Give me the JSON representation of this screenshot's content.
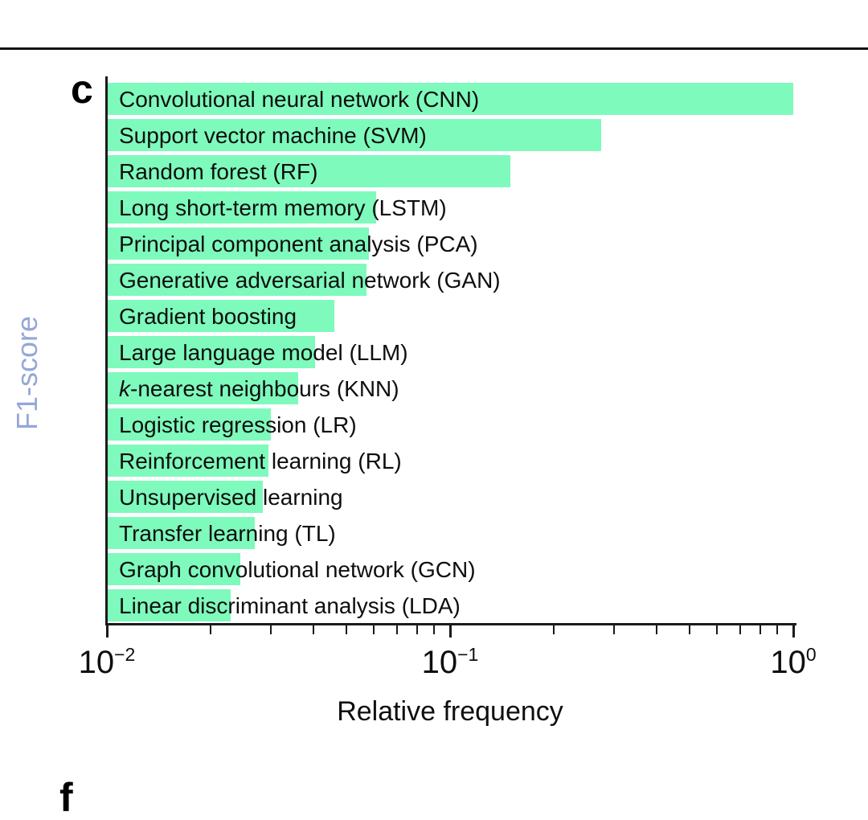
{
  "figure": {
    "panel_label": "c",
    "next_panel_label": "f"
  },
  "chart_data": {
    "type": "bar",
    "orientation": "horizontal",
    "title": "",
    "xlabel": "Relative frequency",
    "ylabel": "F1-score",
    "xscale": "log",
    "xlim": [
      0.01,
      1
    ],
    "grid": false,
    "legend": false,
    "bar_color": "#7efabc",
    "ylabel_color": "#94a7d8",
    "axis_color": "#1a1a1a",
    "categories": [
      "Convolutional neural network (CNN)",
      "Support vector machine (SVM)",
      "Random forest (RF)",
      "Long short-term memory (LSTM)",
      "Principal component analysis (PCA)",
      "Generative adversarial network (GAN)",
      "Gradient boosting",
      "Large language model (LLM)",
      "k-nearest neighbours (KNN)",
      "Logistic regression (LR)",
      "Reinforcement learning (RL)",
      "Unsupervised learning",
      "Transfer learning (TL)",
      "Graph convolutional network (GCN)",
      "Linear discriminant analysis (LDA)"
    ],
    "label_segments": [
      [
        {
          "text": "Convolutional neural network (CNN)",
          "italic": false
        }
      ],
      [
        {
          "text": "Support vector machine (SVM)",
          "italic": false
        }
      ],
      [
        {
          "text": "Random forest (RF)",
          "italic": false
        }
      ],
      [
        {
          "text": "Long short-term memory (LSTM)",
          "italic": false
        }
      ],
      [
        {
          "text": "Principal component analysis (PCA)",
          "italic": false
        }
      ],
      [
        {
          "text": "Generative adversarial network (GAN)",
          "italic": false
        }
      ],
      [
        {
          "text": "Gradient boosting",
          "italic": false
        }
      ],
      [
        {
          "text": "Large language model (LLM)",
          "italic": false
        }
      ],
      [
        {
          "text": "k",
          "italic": true
        },
        {
          "text": "-nearest neighbours (KNN)",
          "italic": false
        }
      ],
      [
        {
          "text": "Logistic regression (LR)",
          "italic": false
        }
      ],
      [
        {
          "text": "Reinforcement learning (RL)",
          "italic": false
        }
      ],
      [
        {
          "text": "Unsupervised learning",
          "italic": false
        }
      ],
      [
        {
          "text": "Transfer learning (TL)",
          "italic": false
        }
      ],
      [
        {
          "text": "Graph convolutional network (GCN)",
          "italic": false
        }
      ],
      [
        {
          "text": "Linear discriminant analysis (LDA)",
          "italic": false
        }
      ]
    ],
    "values": [
      1.0,
      0.275,
      0.15,
      0.061,
      0.058,
      0.057,
      0.046,
      0.0405,
      0.036,
      0.03,
      0.0295,
      0.0285,
      0.027,
      0.0245,
      0.023
    ],
    "x_ticks": {
      "major": [
        {
          "value": 0.01,
          "base": "10",
          "exp": "−2"
        },
        {
          "value": 0.1,
          "base": "10",
          "exp": "−1"
        },
        {
          "value": 1,
          "base": "10",
          "exp": "0"
        }
      ],
      "minor": [
        0.02,
        0.03,
        0.04,
        0.05,
        0.06,
        0.07,
        0.08,
        0.09,
        0.2,
        0.3,
        0.4,
        0.5,
        0.6,
        0.7,
        0.8,
        0.9
      ]
    }
  }
}
